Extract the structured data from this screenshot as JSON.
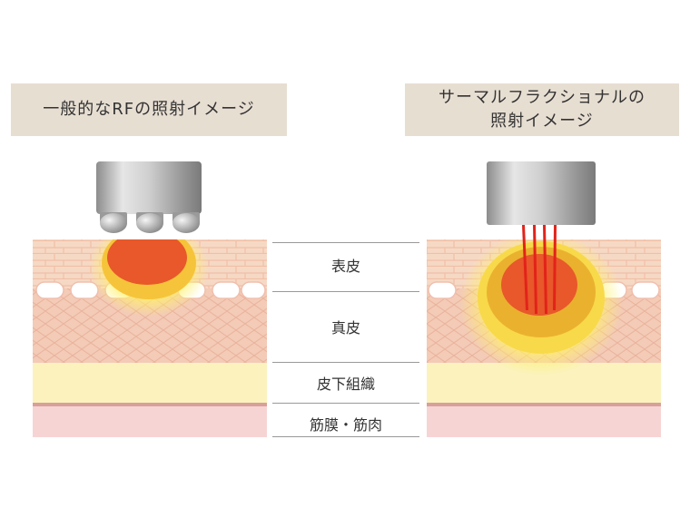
{
  "titles": {
    "left": "一般的なRFの照射イメージ",
    "right_line1": "サーマルフラクショナルの",
    "right_line2": "照射イメージ"
  },
  "layers": {
    "epidermis": "表皮",
    "dermis": "真皮",
    "subcutis": "皮下組織",
    "fascia_muscle": "筋膜・筋肉"
  },
  "colors": {
    "title_bg": "#e7ded2",
    "epidermis": "#f6d9c5",
    "dermis": "#f3cbb7",
    "subcutis": "#fbf2bd",
    "muscle": "#f7d4d4",
    "heat_outer": "#fff06a",
    "heat_mid": "#f2b12b",
    "heat_core": "#e8582a",
    "needle": "#e2231a",
    "metal": "#a9a9a9"
  },
  "icons": {
    "left_device": "rf-probe-icon",
    "right_device": "fractional-probe-icon"
  }
}
